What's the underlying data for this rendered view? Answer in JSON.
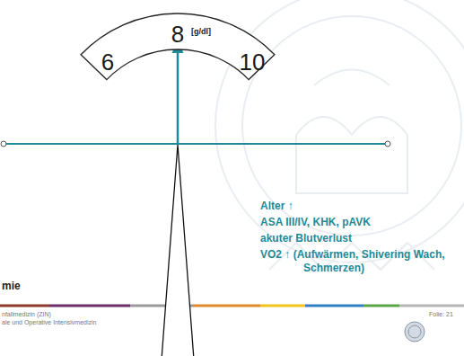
{
  "diagram": {
    "nodes": [
      {
        "text": [
          "6",
          "8",
          "[g/dl]",
          "10"
        ]
      }
    ],
    "labels": [
      "Alter ↑",
      "ASA III/IV, KHK, pAVK",
      "akuter Blutverlust",
      "VO2 ↑ (Aufwärmen, Shivering Wach, Schmerzen)",
      "mie",
      "nfallmedizin (ZIN)",
      "ale und Operative Intensivmedizin",
      "Folie: 21"
    ]
  }
}
